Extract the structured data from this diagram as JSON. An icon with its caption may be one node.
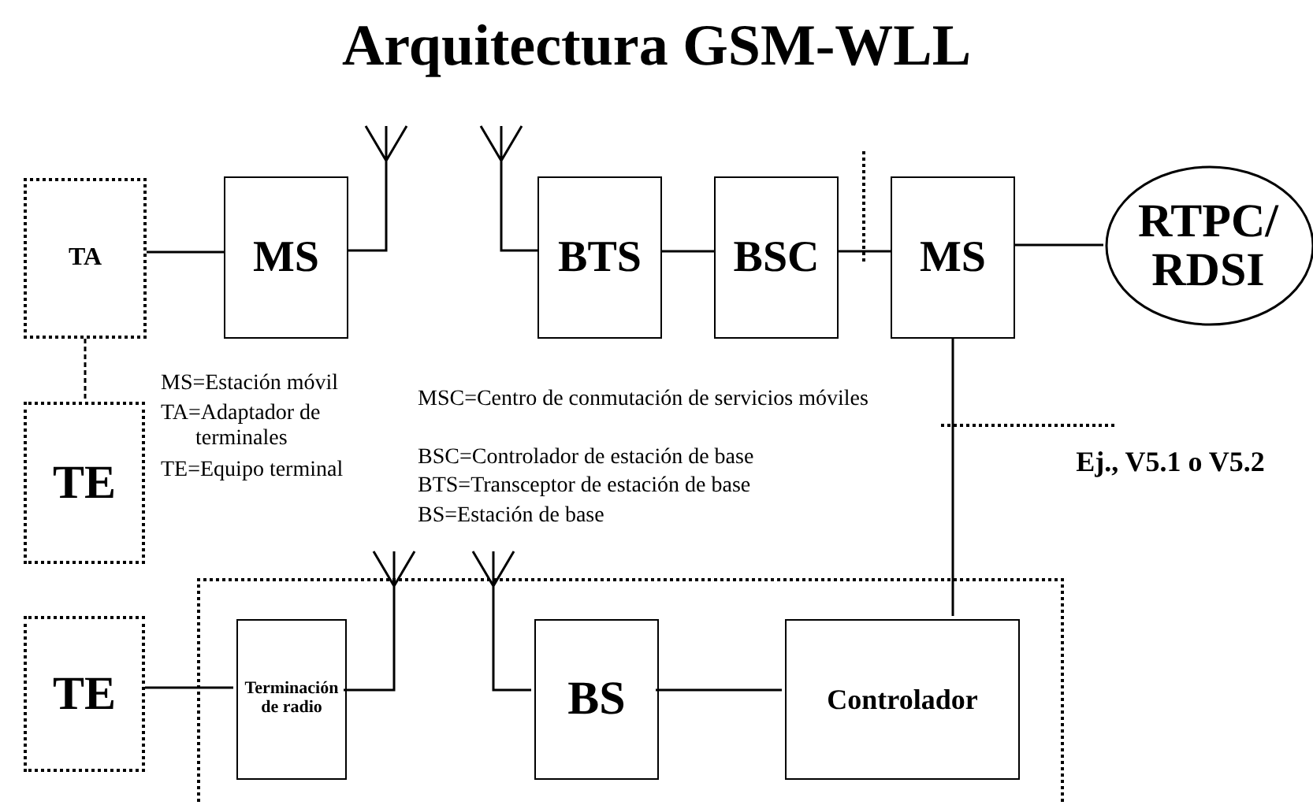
{
  "diagram": {
    "title": "Arquitectura GSM-WLL",
    "nodes": [
      {
        "text": [
          "TA"
        ]
      },
      {
        "text": [
          "MS"
        ]
      },
      {
        "text": [
          "BTS"
        ]
      },
      {
        "text": [
          "BSC"
        ]
      },
      {
        "text": [
          "MS"
        ]
      },
      {
        "text": [
          "RTPC/ RDSI"
        ]
      },
      {
        "text": [
          "TE"
        ]
      },
      {
        "text": [],
        "shape": "box"
      },
      {
        "text": [
          "TE"
        ]
      },
      {
        "text": [
          "Terminación de radio"
        ],
        "in": 7
      },
      {
        "text": [
          "BS"
        ],
        "in": 7
      },
      {
        "text": [
          "Controlador"
        ],
        "in": 7
      }
    ],
    "edges": [
      {
        "from": 0,
        "to": 1,
        "arrow": "none"
      },
      {
        "from": 2,
        "to": 3,
        "arrow": "none"
      },
      {
        "from": 3,
        "to": 4,
        "arrow": "none"
      },
      {
        "from": 4,
        "to": 5,
        "arrow": "none"
      },
      {
        "from": 0,
        "to": 6,
        "arrow": "none",
        "style": "dashed"
      },
      {
        "from": 4,
        "to": 11,
        "arrow": "none"
      },
      {
        "from": 8,
        "to": 9,
        "arrow": "none"
      },
      {
        "from": 10,
        "to": 11,
        "arrow": "none"
      }
    ],
    "labels": [
      "MS=Estación móvil",
      "TA=Adaptador de terminales",
      "TE=Equipo terminal",
      "MSC=Centro de conmutación de servicios móviles",
      "BSC=Controlador de estación de base",
      "BTS=Transceptor de estación de base",
      "BS=Estación de base",
      "Ej., V5.1 o V5.2"
    ]
  }
}
